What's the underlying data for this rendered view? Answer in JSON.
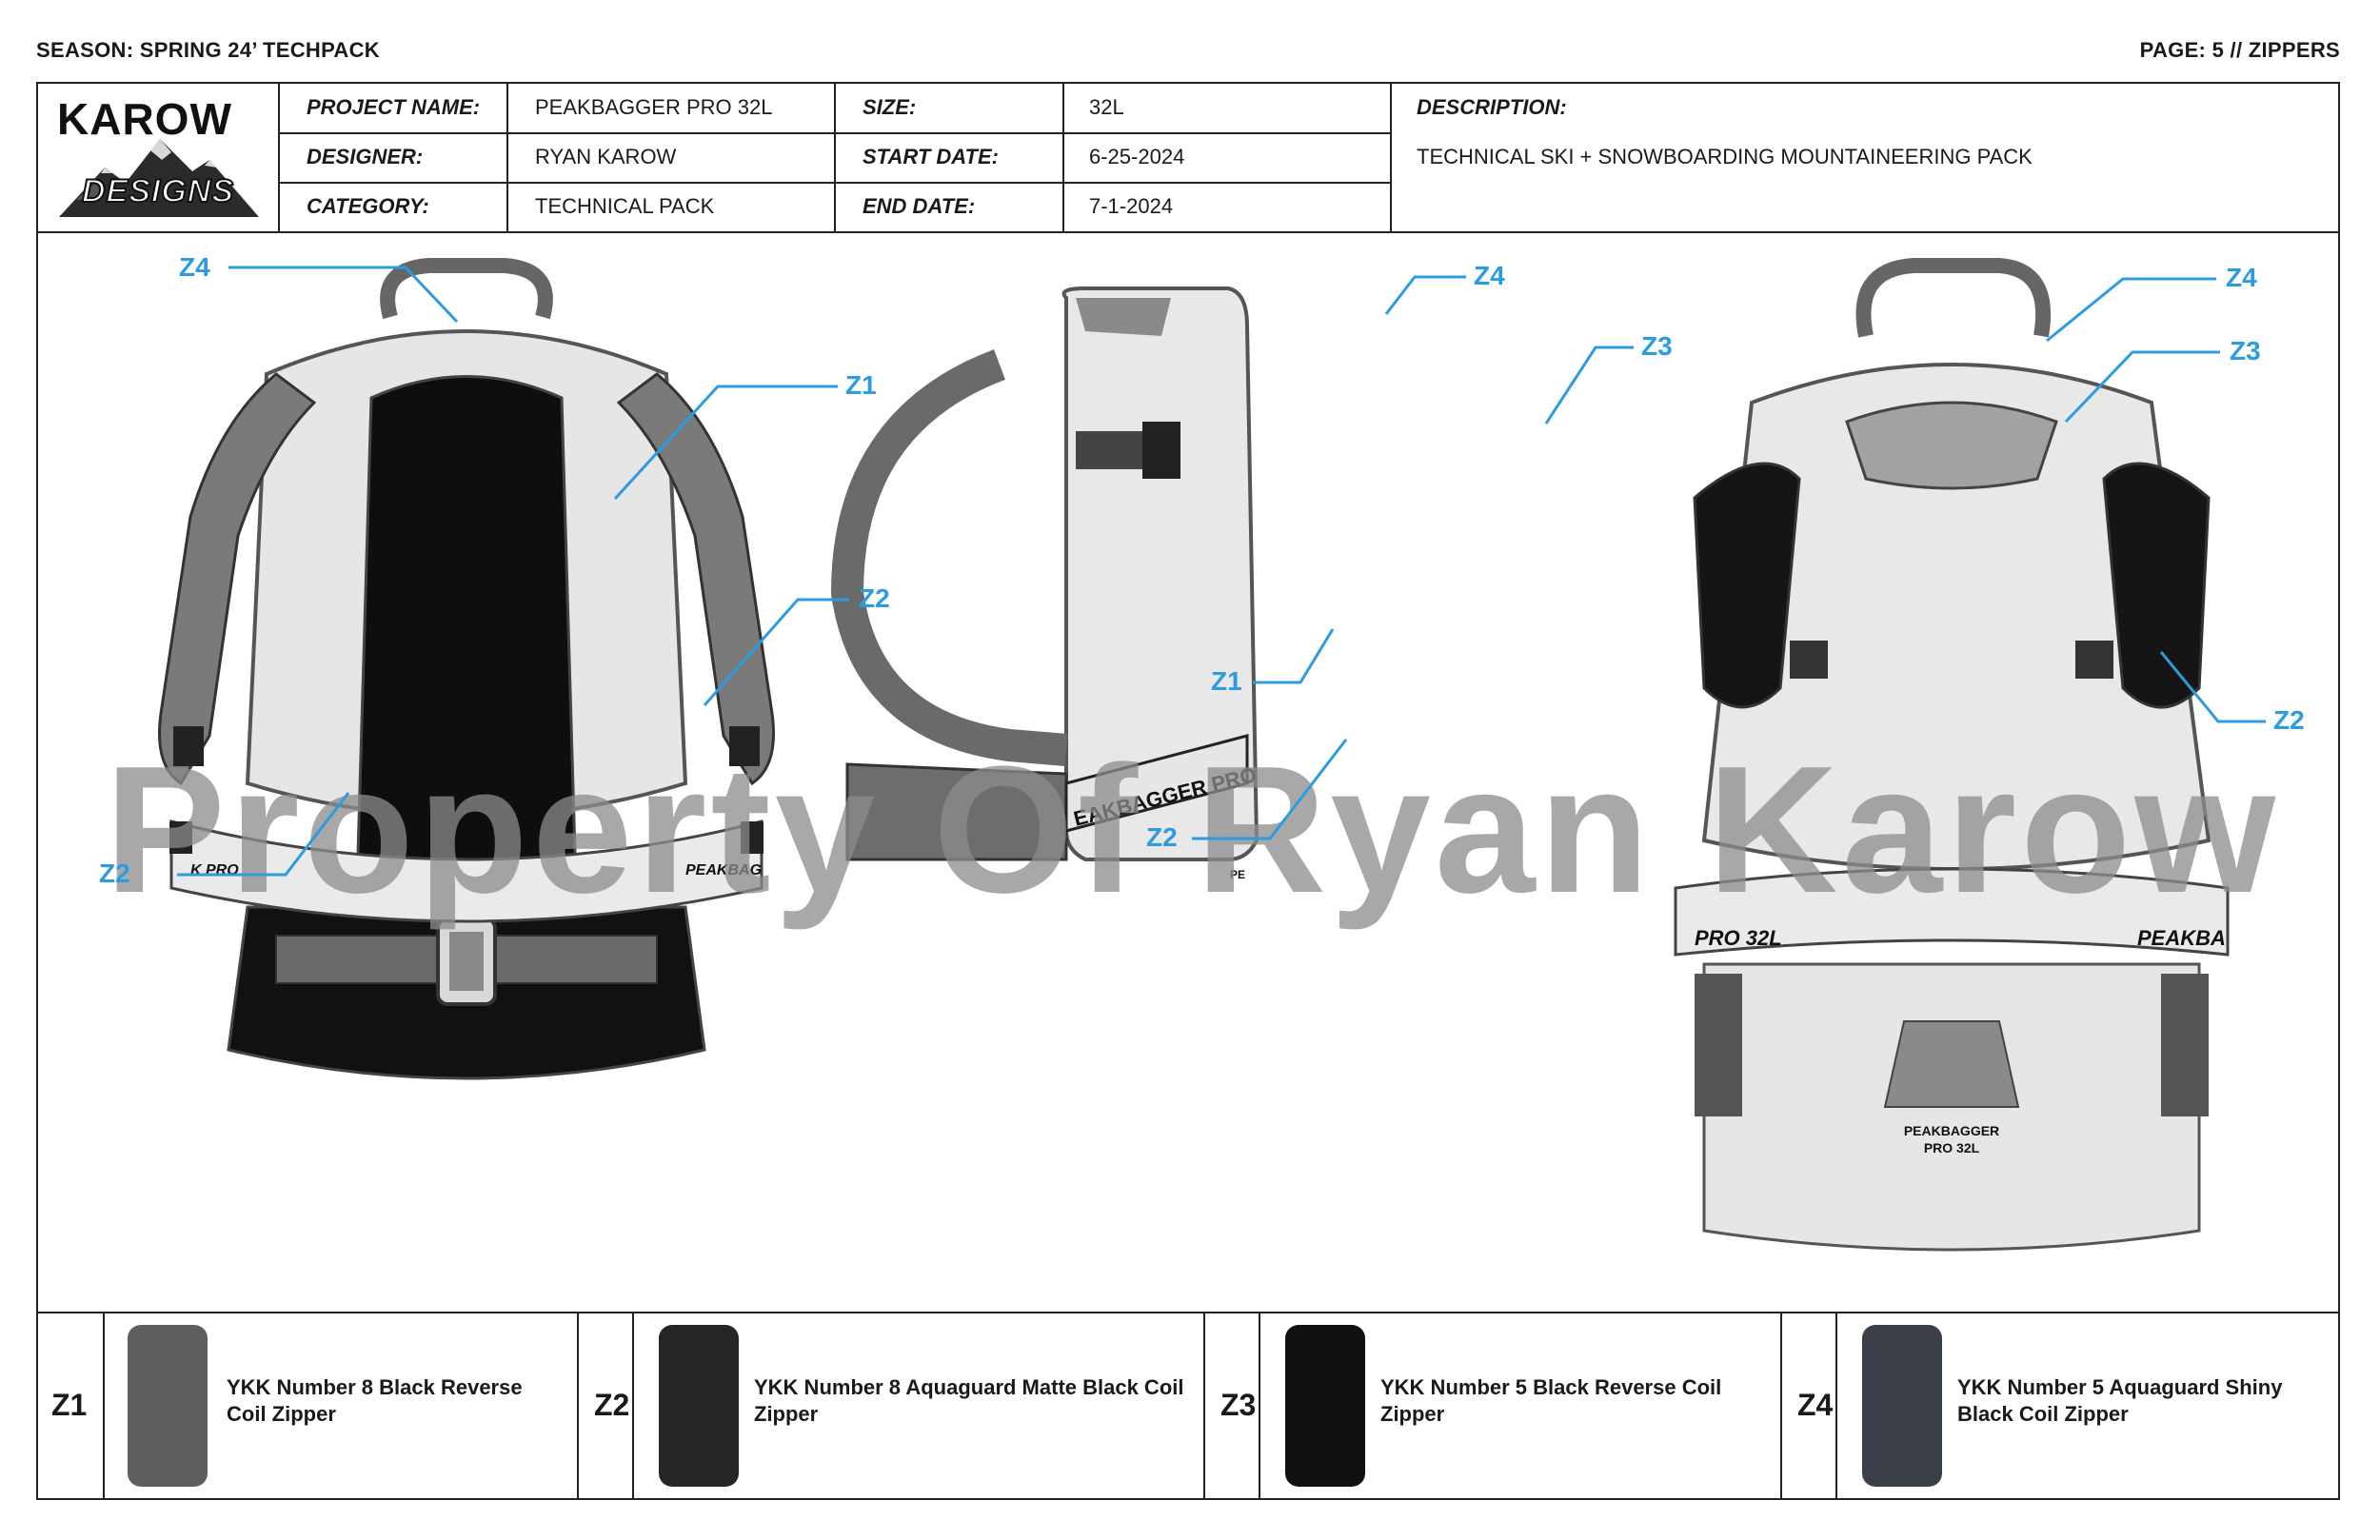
{
  "header": {
    "season": "SEASON: SPRING 24’  TECHPACK",
    "page": "PAGE: 5 // ZIPPERS"
  },
  "logo": {
    "top": "KAROW",
    "bottom": "DESIGNS"
  },
  "info": {
    "project_label": "PROJECT NAME:",
    "project_value": "PEAKBAGGER PRO 32L",
    "designer_label": "DESIGNER:",
    "designer_value": "RYAN KAROW",
    "category_label": "CATEGORY:",
    "category_value": "TECHNICAL PACK",
    "size_label": "SIZE:",
    "size_value": "32L",
    "start_label": "START DATE:",
    "start_value": "6-25-2024",
    "end_label": "END DATE:",
    "end_value": "7-1-2024",
    "desc_label": "DESCRIPTION:",
    "desc_value": "TECHNICAL SKI + SNOWBOARDING MOUNTAINEERING PACK"
  },
  "watermark": "Property Of Ryan Karow",
  "callouts": [
    "Z4",
    "Z1",
    "Z2",
    "Z2",
    "Z4",
    "Z3",
    "Z1",
    "Z2",
    "Z4",
    "Z3",
    "Z2"
  ],
  "pack_text": {
    "side_band": "EAKBAGGER PRO",
    "front_left": "K PRO",
    "front_right": "PEAKBAG",
    "back_left": "PRO 32L",
    "back_right": "PEAKBA",
    "back_tag1": "PEAKBAGGER",
    "back_tag2": "PRO 32L",
    "side_small": "PE"
  },
  "legend": [
    {
      "code": "Z1",
      "desc": "YKK Number 8 Black Reverse Coil Zipper",
      "color": "#5e5e5e"
    },
    {
      "code": "Z2",
      "desc": "YKK Number 8 Aquaguard Matte Black Coil Zipper",
      "color": "#262626"
    },
    {
      "code": "Z3",
      "desc": "YKK Number 5 Black Reverse Coil Zipper",
      "color": "#101010"
    },
    {
      "code": "Z4",
      "desc": "YKK Number 5 Aquaguard Shiny Black Coil Zipper",
      "color": "#3a3f48"
    }
  ],
  "colors": {
    "callout": "#2c9be0",
    "body_light": "#e9e9e9",
    "panel_dark": "#0d0d0d",
    "strap_gray": "#6e6e6e"
  }
}
